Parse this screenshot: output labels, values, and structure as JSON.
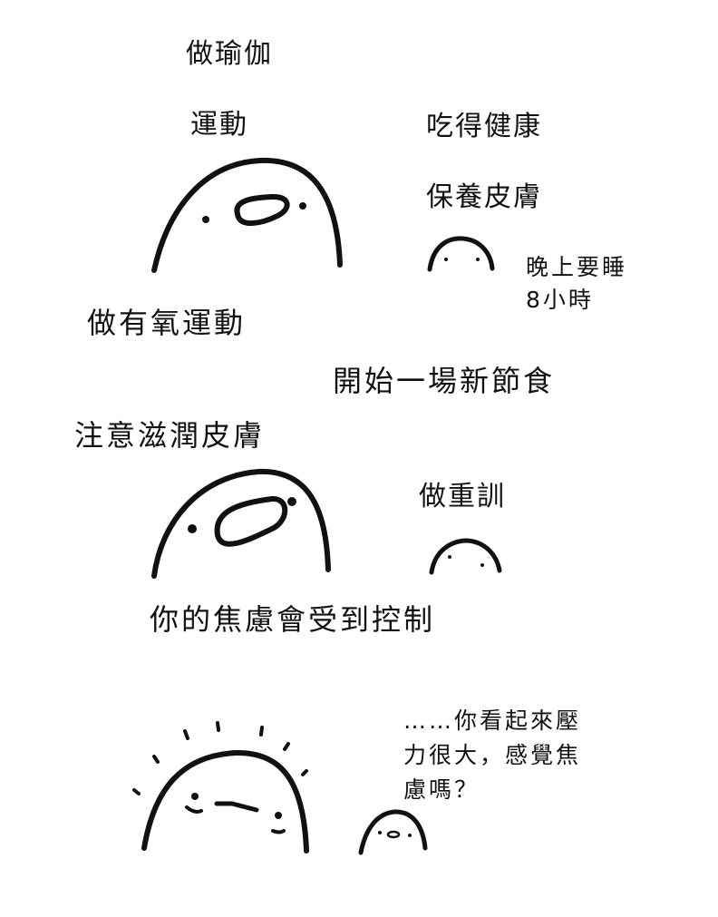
{
  "comic": {
    "panel_1": {
      "lines": [
        "做瑜伽",
        "運動",
        "吃得健康",
        "保養皮膚"
      ],
      "sleep_line_1": "晚上要睡",
      "sleep_line_2": "8小時"
    },
    "panel_2": {
      "lines": [
        "做有氧運動",
        "開始一場新節食",
        "注意滋潤皮膚",
        "做重訓"
      ],
      "caption": "你的焦慮會受到控制"
    },
    "panel_3": {
      "speech_line_1": "……你看起來壓",
      "speech_line_2": "力很大，感覺焦",
      "speech_line_3": "慮嗎？"
    }
  },
  "colors": {
    "ink": "#111111",
    "background": "#ffffff"
  }
}
